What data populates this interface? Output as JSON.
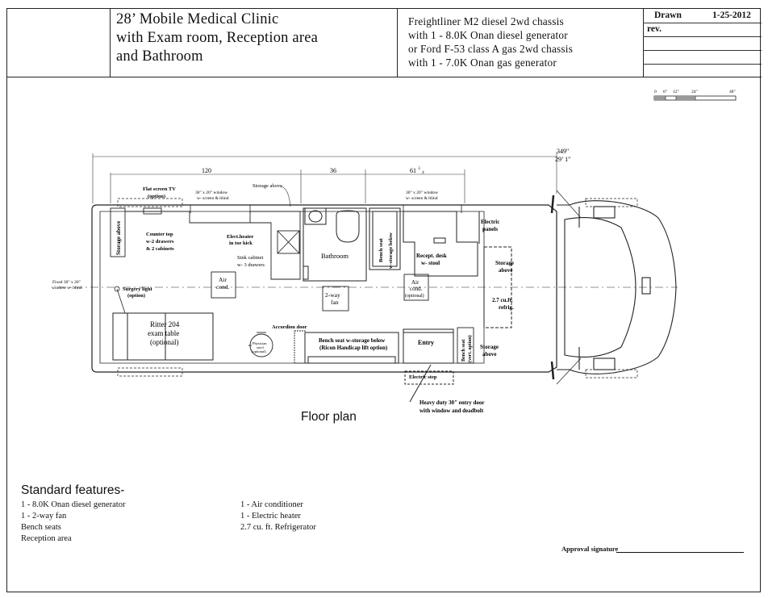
{
  "title": {
    "lines": [
      "28’   Mobile Medical Clinic",
      "with Exam room, Reception area",
      "and Bathroom"
    ]
  },
  "chassis": {
    "lines": [
      "Freightliner M2  diesel  2wd chassis",
      "with 1 - 8.0K Onan diesel generator",
      "or Ford F-53 class A gas 2wd chassis",
      "with 1 - 7.0K Onan gas generator"
    ]
  },
  "revision_block": {
    "drawn_label": "Drawn",
    "date": "1-25-2012",
    "rev_label": "rev."
  },
  "scale_bar": {
    "labels": [
      "0",
      "6\"",
      "12\"",
      "24\"",
      "48\""
    ]
  },
  "dimensions": {
    "overall": "349\"",
    "overall_ft": "29’ 1\"",
    "d120": "120",
    "d36": "36",
    "d61": "61",
    "d61_frac": "3",
    "d61_frac_den": "4"
  },
  "plan_labels": {
    "flat_tv": [
      "Flat screen TV",
      "(option)"
    ],
    "window_rear": [
      "30\" x 20\" window",
      "w- screen & blind"
    ],
    "storage_above_top": "Storage above",
    "window_front": [
      "30\" x 20\" window",
      "w- screen & blind"
    ],
    "storage_above_rear": "Storage above",
    "counter_top": [
      "Counter top",
      "w-2 drawers",
      "& 2 cabinets"
    ],
    "elect_heater": [
      "Elect.heater",
      "in toe kick"
    ],
    "sink_cabinet": [
      "Sink cabinet",
      "w- 3 drawers"
    ],
    "bathroom": "Bathroom",
    "bench_seat_storage": [
      "Bench seat",
      "w-storage below"
    ],
    "recept_desk": [
      "Recept. desk",
      "w- stool"
    ],
    "electric_panels": [
      "Electric",
      "panels"
    ],
    "storage_above_mid": [
      "Storage",
      "above"
    ],
    "fixed_window": [
      "Fixed 30\" x 20\"",
      "window w- blind"
    ],
    "surgery_light": [
      "Surgery light",
      "(option)"
    ],
    "air_cond_rear": [
      "Air",
      "cond."
    ],
    "two_way_fan": [
      "2-way",
      "fan"
    ],
    "air_cond_front": [
      "Air",
      "cond.",
      "(optional)"
    ],
    "refrig": [
      "2.7 cu.ft.",
      "refrig."
    ],
    "exam_table": [
      "Ritter 204",
      "exam table",
      "(optional)"
    ],
    "physician_stool": [
      "Physician",
      "stool",
      "(optional)"
    ],
    "accordion_door": "Accordion door",
    "bench_seat_lift": [
      "Bench seat w-storage below",
      "(Ricon Handicap lift option)"
    ],
    "entry": "Entry",
    "bench_seat_vert": [
      "Bench seat",
      "(vert. option)"
    ],
    "storage_above_bottom": [
      "Storage",
      "above"
    ],
    "electric_step": "Electric step",
    "entry_door": [
      "Heavy duty 30\" entry door",
      "with window and deadbolt"
    ]
  },
  "floor_plan_caption": "Floor plan",
  "features": {
    "heading": "Standard features-",
    "left": [
      "1 - 8.0K  Onan diesel generator",
      "1 - 2-way fan",
      "Bench seats",
      "Reception area"
    ],
    "right": [
      "1 - Air conditioner",
      "1 - Electric heater",
      "2.7 cu. ft. Refrigerator"
    ]
  },
  "approval_label": "Approval signature"
}
